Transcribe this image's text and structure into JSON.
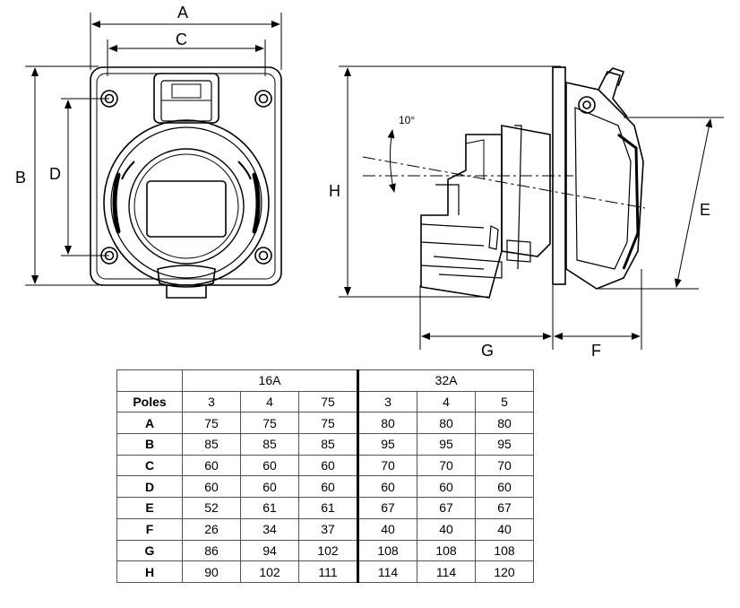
{
  "drawing": {
    "dimension_labels": {
      "A": "A",
      "B": "B",
      "C": "C",
      "D": "D",
      "E": "E",
      "F": "F",
      "G": "G",
      "H": "H"
    },
    "angle_label": "10°"
  },
  "table": {
    "groups": [
      "16A",
      "32A"
    ],
    "poles_label": "Poles",
    "poles": [
      "3",
      "4",
      "75",
      "3",
      "4",
      "5"
    ],
    "rows": [
      {
        "label": "A",
        "values": [
          "75",
          "75",
          "75",
          "80",
          "80",
          "80"
        ]
      },
      {
        "label": "B",
        "values": [
          "85",
          "85",
          "85",
          "95",
          "95",
          "95"
        ]
      },
      {
        "label": "C",
        "values": [
          "60",
          "60",
          "60",
          "70",
          "70",
          "70"
        ]
      },
      {
        "label": "D",
        "values": [
          "60",
          "60",
          "60",
          "60",
          "60",
          "60"
        ]
      },
      {
        "label": "E",
        "values": [
          "52",
          "61",
          "61",
          "67",
          "67",
          "67"
        ]
      },
      {
        "label": "F",
        "values": [
          "26",
          "34",
          "37",
          "40",
          "40",
          "40"
        ]
      },
      {
        "label": "G",
        "values": [
          "86",
          "94",
          "102",
          "108",
          "108",
          "108"
        ]
      },
      {
        "label": "H",
        "values": [
          "90",
          "102",
          "111",
          "114",
          "114",
          "120"
        ]
      }
    ]
  }
}
